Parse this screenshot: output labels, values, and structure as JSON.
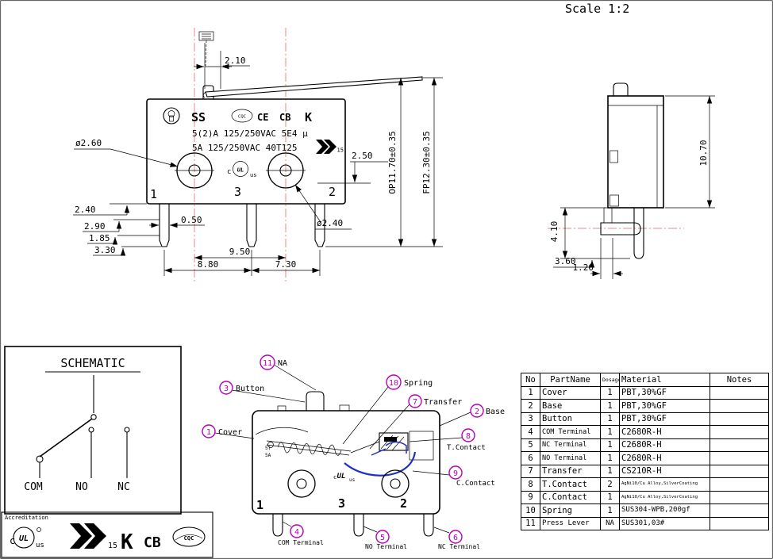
{
  "front_view": {
    "brand": "SS",
    "cqc": "CQC",
    "ce": "CE",
    "cb": "CB",
    "kc": "K",
    "rating_line1": "5(2)A 125/250VAC 5E4 μ",
    "rating_line2": "5A 125/250VAC 40T125",
    "smark_year": "15",
    "ul": {
      "c": "c",
      "mark": "UL",
      "us": "us"
    },
    "terminals": {
      "t1": "1",
      "t3": "3",
      "t2": "2"
    },
    "dims": {
      "lever": "2.10",
      "edge": "2.50",
      "op": "OP11.70±0.35",
      "fp": "FP12.30±0.35",
      "dia_left": "ø2.60",
      "dia_right": "ø2.40",
      "a": "2.40",
      "b": "0.50",
      "c": "2.90",
      "d": "1.85",
      "e": "3.30",
      "pitch": "9.50",
      "left_span": "8.80",
      "right_span": "7.30"
    }
  },
  "side_view": {
    "scale": "Scale 1:2",
    "dims": {
      "height": "10.70",
      "a": "4.10",
      "b": "3.60",
      "c": "1.20"
    }
  },
  "schematic": {
    "title": "SCHEMATIC",
    "com": "COM",
    "no": "NO",
    "nc": "NC"
  },
  "accreditation": {
    "label": "Accreditation",
    "ul": {
      "c": "c",
      "mark": "UL",
      "us": "us"
    },
    "smark_year": "15",
    "kc": "K",
    "cb": "CB",
    "cqc": "CQC"
  },
  "assembly": {
    "terminals": {
      "t1": "1",
      "t3": "3",
      "t2": "2"
    },
    "cover_marks": [
      "5(",
      "5A"
    ],
    "ul": {
      "c": "c",
      "mark": "UL",
      "us": "us"
    },
    "callouts": [
      {
        "no": "1",
        "label": "Cover"
      },
      {
        "no": "2",
        "label": "Base"
      },
      {
        "no": "3",
        "label": "Button"
      },
      {
        "no": "4",
        "label": "COM Terminal"
      },
      {
        "no": "5",
        "label": "NO Terminal"
      },
      {
        "no": "6",
        "label": "NC Terminal"
      },
      {
        "no": "7",
        "label": "Transfer"
      },
      {
        "no": "8",
        "label": "T.Contact"
      },
      {
        "no": "9",
        "label": "C.Contact"
      },
      {
        "no": "10",
        "label": "Spring"
      },
      {
        "no": "11",
        "label": "NA"
      }
    ]
  },
  "parts_table": {
    "headers": {
      "no": "No",
      "name": "PartName",
      "qty": "Dosage",
      "material": "Material",
      "notes": "Notes"
    },
    "rows": [
      {
        "no": "1",
        "name": "Cover",
        "qty": "1",
        "material": "PBT,30%GF",
        "notes": ""
      },
      {
        "no": "2",
        "name": "Base",
        "qty": "1",
        "material": "PBT,30%GF",
        "notes": ""
      },
      {
        "no": "3",
        "name": "Button",
        "qty": "1",
        "material": "PBT,30%GF",
        "notes": ""
      },
      {
        "no": "4",
        "name": "COM Terminal",
        "qty": "1",
        "material": "C2680R-H",
        "notes": ""
      },
      {
        "no": "5",
        "name": "NC Terminal",
        "qty": "1",
        "material": "C2680R-H",
        "notes": ""
      },
      {
        "no": "6",
        "name": "NO Terminal",
        "qty": "1",
        "material": "C2680R-H",
        "notes": ""
      },
      {
        "no": "7",
        "name": "Transfer",
        "qty": "1",
        "material": "CS210R-H",
        "notes": ""
      },
      {
        "no": "8",
        "name": "T.Contact",
        "qty": "2",
        "material": "AgNi10/Cu Alloy,SilverCoating",
        "notes": ""
      },
      {
        "no": "9",
        "name": "C.Contact",
        "qty": "1",
        "material": "AgNi10/Cu Alloy,SilverCoating",
        "notes": ""
      },
      {
        "no": "10",
        "name": "Spring",
        "qty": "1",
        "material": "SUS304-WPB,200gf",
        "notes": ""
      },
      {
        "no": "11",
        "name": "Press Lever",
        "qty": "NA",
        "material": "SUS301,03#",
        "notes": ""
      }
    ]
  },
  "colors": {
    "centerline": "#e98a8a",
    "callout": "#b800b8",
    "highlight": "#2030c0"
  }
}
